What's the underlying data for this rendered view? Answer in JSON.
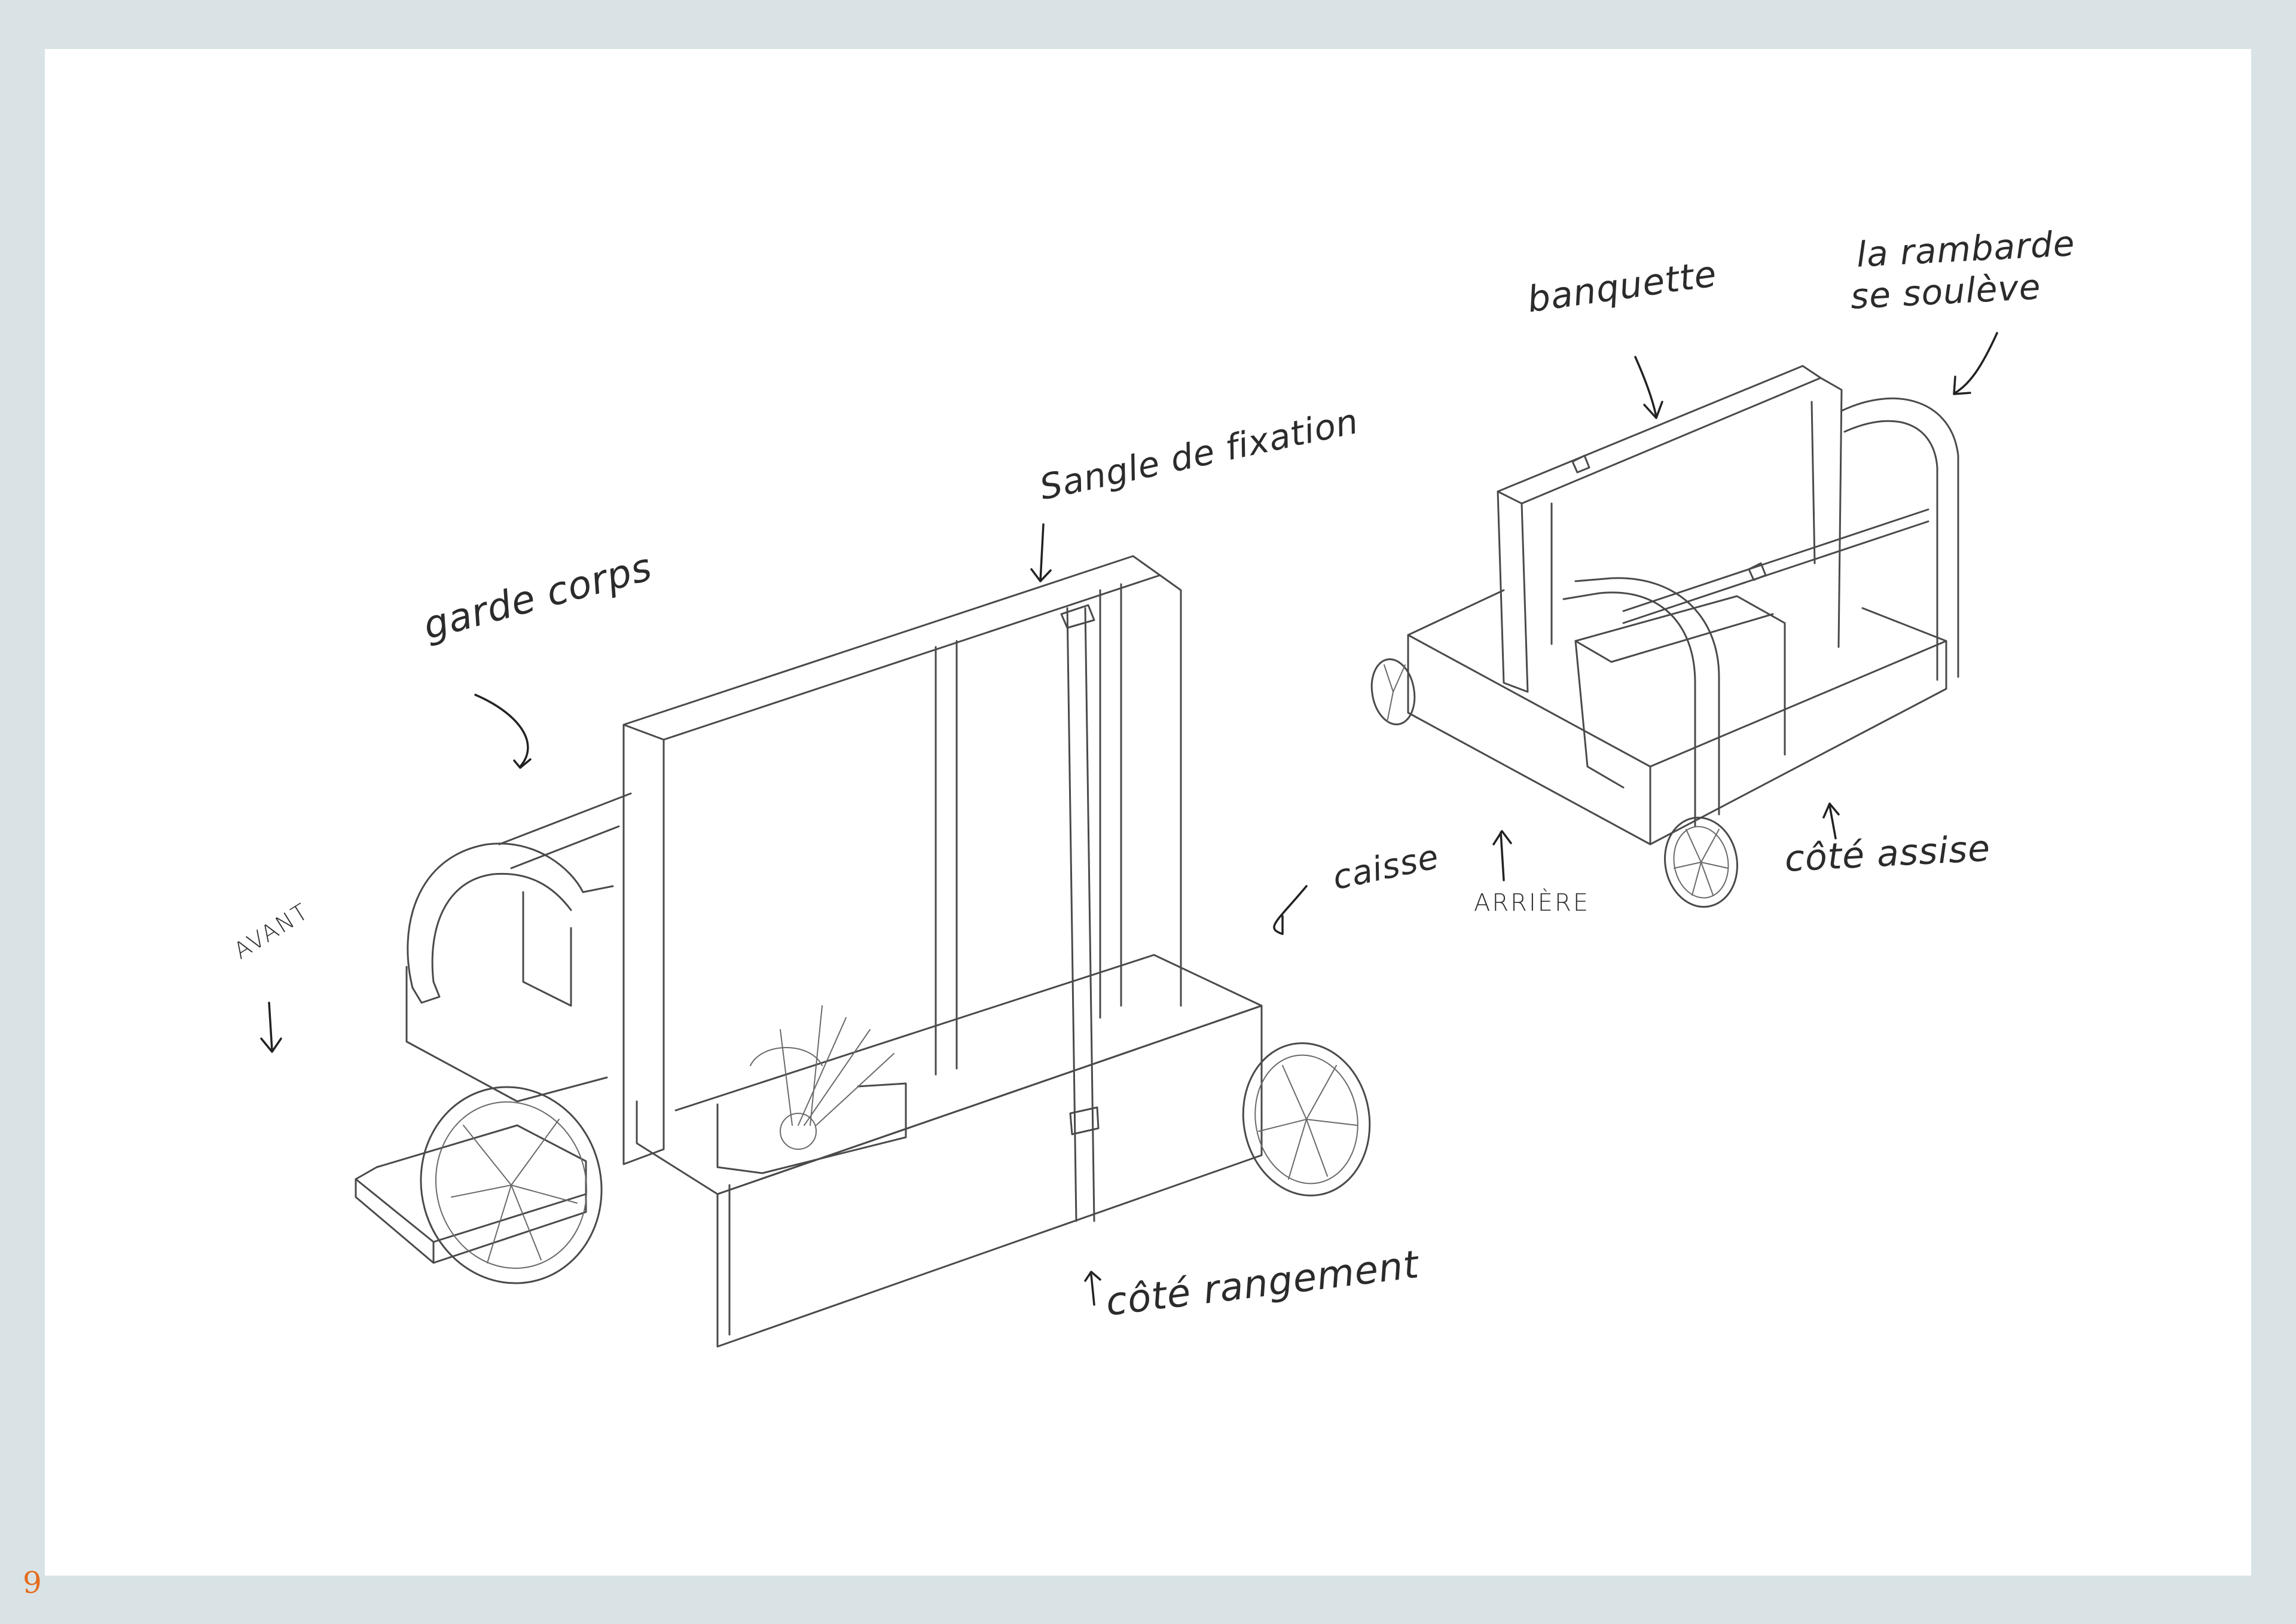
{
  "page": {
    "number": "9"
  },
  "colors": {
    "frame": "#d9e3e5",
    "sheet": "#ffffff",
    "pencil": "#4a4a4a",
    "page_number": "#e46c1e"
  },
  "left_sketch": {
    "labels": {
      "garde_corps": "garde corps",
      "sangle": "Sangle de fixation",
      "avant": "AVANT",
      "caisse": "caisse",
      "cote_rangement": "côté rangement"
    }
  },
  "right_sketch": {
    "labels": {
      "banquette": "banquette",
      "rambarde_1": "la rambarde",
      "rambarde_2": "se soulève",
      "arriere": "ARRIÈRE",
      "cote_assise": "côté assise"
    }
  }
}
